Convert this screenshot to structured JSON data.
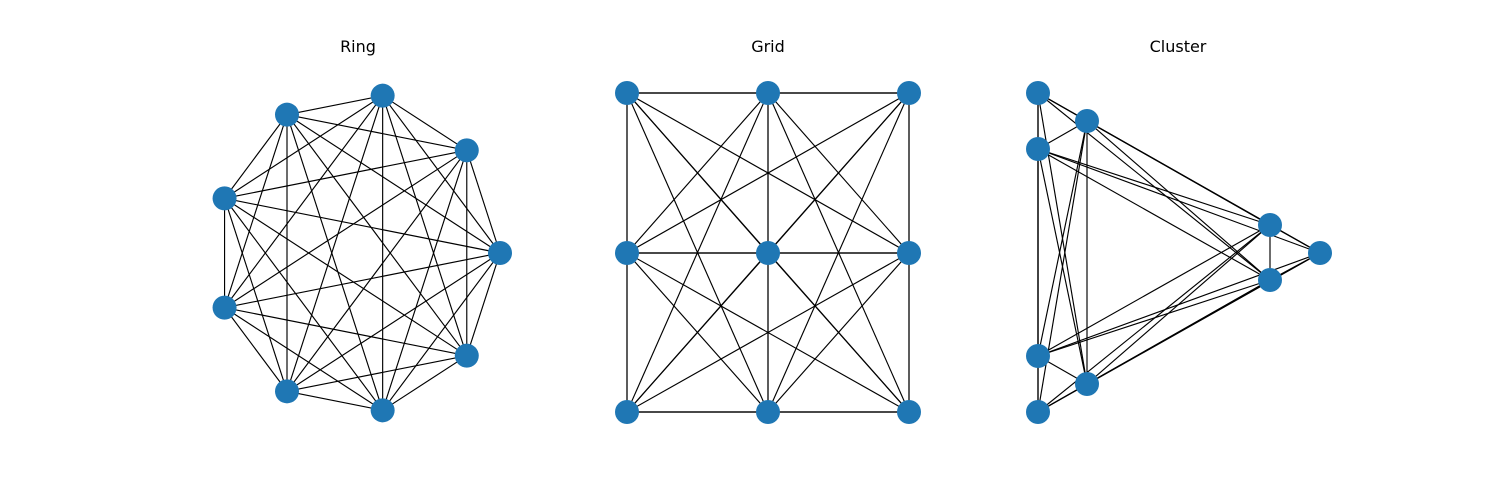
{
  "figure": {
    "panels": [
      {
        "id": "ring",
        "title": "Ring",
        "nodes": [
          {
            "id": "r0"
          },
          {
            "id": "r1"
          },
          {
            "id": "r2"
          },
          {
            "id": "r3"
          },
          {
            "id": "r4"
          },
          {
            "id": "r5"
          },
          {
            "id": "r6"
          },
          {
            "id": "r7"
          },
          {
            "id": "r8"
          }
        ],
        "edges": [
          [
            "r0",
            "r1"
          ],
          [
            "r0",
            "r2"
          ],
          [
            "r0",
            "r3"
          ],
          [
            "r0",
            "r4"
          ],
          [
            "r0",
            "r5"
          ],
          [
            "r0",
            "r6"
          ],
          [
            "r0",
            "r7"
          ],
          [
            "r0",
            "r8"
          ],
          [
            "r1",
            "r2"
          ],
          [
            "r1",
            "r3"
          ],
          [
            "r1",
            "r4"
          ],
          [
            "r1",
            "r5"
          ],
          [
            "r1",
            "r6"
          ],
          [
            "r1",
            "r7"
          ],
          [
            "r1",
            "r8"
          ],
          [
            "r2",
            "r3"
          ],
          [
            "r2",
            "r4"
          ],
          [
            "r2",
            "r5"
          ],
          [
            "r2",
            "r6"
          ],
          [
            "r2",
            "r7"
          ],
          [
            "r2",
            "r8"
          ],
          [
            "r3",
            "r4"
          ],
          [
            "r3",
            "r5"
          ],
          [
            "r3",
            "r6"
          ],
          [
            "r3",
            "r7"
          ],
          [
            "r3",
            "r8"
          ],
          [
            "r4",
            "r5"
          ],
          [
            "r4",
            "r6"
          ],
          [
            "r4",
            "r7"
          ],
          [
            "r4",
            "r8"
          ],
          [
            "r5",
            "r6"
          ],
          [
            "r5",
            "r7"
          ],
          [
            "r5",
            "r8"
          ],
          [
            "r6",
            "r7"
          ],
          [
            "r6",
            "r8"
          ],
          [
            "r7",
            "r8"
          ]
        ]
      },
      {
        "id": "grid",
        "title": "Grid",
        "nodes": [
          {
            "id": "g00"
          },
          {
            "id": "g01"
          },
          {
            "id": "g02"
          },
          {
            "id": "g10"
          },
          {
            "id": "g11"
          },
          {
            "id": "g12"
          },
          {
            "id": "g20"
          },
          {
            "id": "g21"
          },
          {
            "id": "g22"
          }
        ],
        "edges": [
          [
            "g00",
            "g01"
          ],
          [
            "g00",
            "g02"
          ],
          [
            "g01",
            "g02"
          ],
          [
            "g10",
            "g11"
          ],
          [
            "g10",
            "g12"
          ],
          [
            "g11",
            "g12"
          ],
          [
            "g20",
            "g21"
          ],
          [
            "g20",
            "g22"
          ],
          [
            "g21",
            "g22"
          ],
          [
            "g00",
            "g10"
          ],
          [
            "g00",
            "g20"
          ],
          [
            "g10",
            "g20"
          ],
          [
            "g01",
            "g11"
          ],
          [
            "g01",
            "g21"
          ],
          [
            "g11",
            "g21"
          ],
          [
            "g02",
            "g12"
          ],
          [
            "g02",
            "g22"
          ],
          [
            "g12",
            "g22"
          ],
          [
            "g00",
            "g11"
          ],
          [
            "g00",
            "g12"
          ],
          [
            "g00",
            "g21"
          ],
          [
            "g00",
            "g22"
          ],
          [
            "g01",
            "g10"
          ],
          [
            "g01",
            "g12"
          ],
          [
            "g01",
            "g20"
          ],
          [
            "g01",
            "g22"
          ],
          [
            "g02",
            "g10"
          ],
          [
            "g02",
            "g11"
          ],
          [
            "g02",
            "g20"
          ],
          [
            "g02",
            "g21"
          ],
          [
            "g10",
            "g21"
          ],
          [
            "g10",
            "g22"
          ],
          [
            "g11",
            "g20"
          ],
          [
            "g11",
            "g22"
          ],
          [
            "g12",
            "g20"
          ],
          [
            "g12",
            "g21"
          ]
        ]
      },
      {
        "id": "cluster",
        "title": "Cluster",
        "nodes": [
          {
            "id": "a0"
          },
          {
            "id": "a1"
          },
          {
            "id": "a2"
          },
          {
            "id": "b0"
          },
          {
            "id": "b1"
          },
          {
            "id": "b2"
          },
          {
            "id": "c0"
          },
          {
            "id": "c1"
          },
          {
            "id": "c2"
          }
        ],
        "edges": [
          [
            "a0",
            "a1"
          ],
          [
            "a0",
            "a2"
          ],
          [
            "a1",
            "a2"
          ],
          [
            "b0",
            "b1"
          ],
          [
            "b0",
            "b2"
          ],
          [
            "b1",
            "b2"
          ],
          [
            "c0",
            "c1"
          ],
          [
            "c0",
            "c2"
          ],
          [
            "c1",
            "c2"
          ],
          [
            "a0",
            "b0"
          ],
          [
            "a0",
            "b1"
          ],
          [
            "a0",
            "b2"
          ],
          [
            "a0",
            "c0"
          ],
          [
            "a0",
            "c1"
          ],
          [
            "a0",
            "c2"
          ],
          [
            "a1",
            "b0"
          ],
          [
            "a1",
            "b1"
          ],
          [
            "a1",
            "b2"
          ],
          [
            "a1",
            "c0"
          ],
          [
            "a1",
            "c1"
          ],
          [
            "a1",
            "c2"
          ],
          [
            "a2",
            "b0"
          ],
          [
            "a2",
            "b1"
          ],
          [
            "a2",
            "b2"
          ],
          [
            "a2",
            "c0"
          ],
          [
            "a2",
            "c1"
          ],
          [
            "a2",
            "c2"
          ],
          [
            "b0",
            "c0"
          ],
          [
            "b0",
            "c1"
          ],
          [
            "b0",
            "c2"
          ],
          [
            "b1",
            "c0"
          ],
          [
            "b1",
            "c1"
          ],
          [
            "b1",
            "c2"
          ],
          [
            "b2",
            "c0"
          ],
          [
            "b2",
            "c1"
          ],
          [
            "b2",
            "c2"
          ]
        ]
      }
    ],
    "node_color": "#1f77b4",
    "edge_color": "#000000"
  }
}
